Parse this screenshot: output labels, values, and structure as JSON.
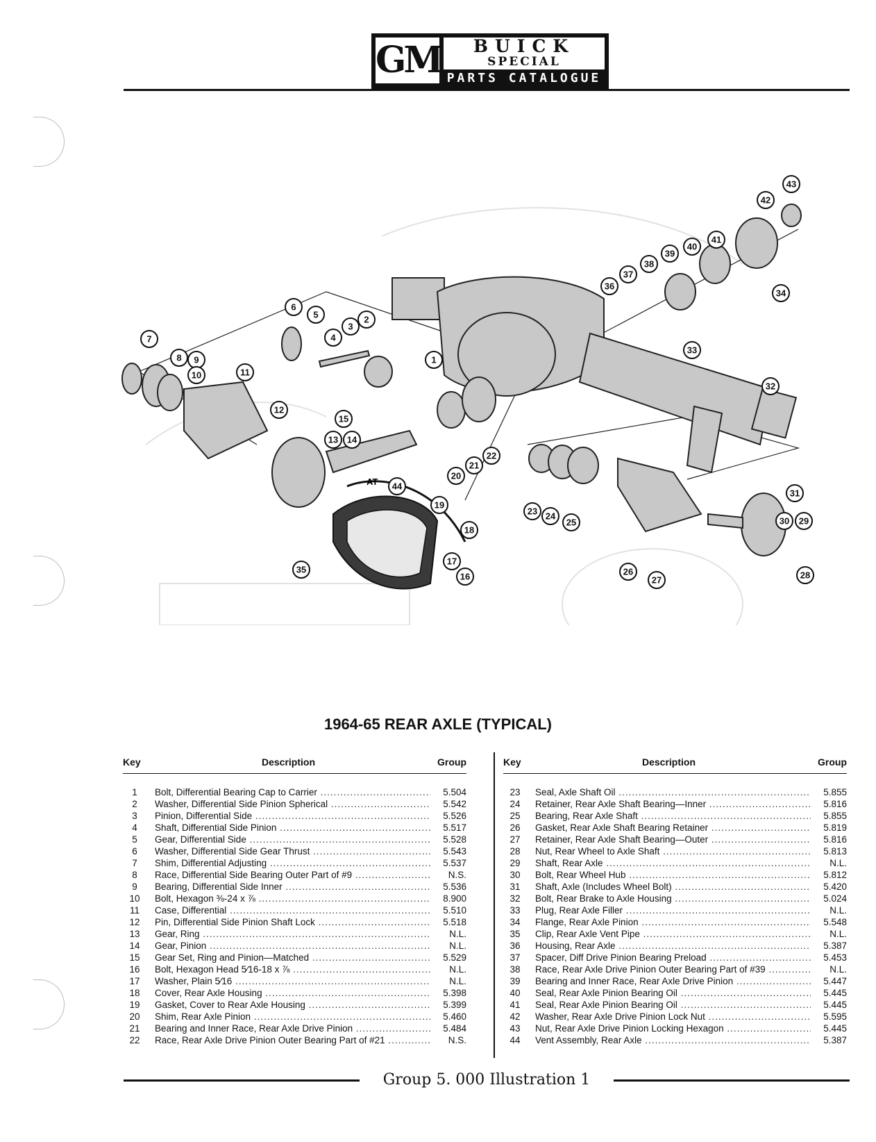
{
  "header": {
    "logo": "GM",
    "brand": "BUICK",
    "sub_brand": "SPECIAL",
    "catalog": "PARTS CATALOGUE"
  },
  "diagram": {
    "callouts": [
      "1",
      "2",
      "3",
      "4",
      "5",
      "6",
      "7",
      "8",
      "9",
      "10",
      "11",
      "12",
      "13",
      "14",
      "15",
      "16",
      "17",
      "18",
      "19",
      "20",
      "21",
      "22",
      "23",
      "24",
      "25",
      "26",
      "27",
      "28",
      "29",
      "30",
      "31",
      "32",
      "33",
      "34",
      "35",
      "36",
      "37",
      "38",
      "39",
      "40",
      "41",
      "42",
      "43",
      "44"
    ],
    "annotation": "AT"
  },
  "title": "1964-65 REAR AXLE (TYPICAL)",
  "table": {
    "columns": {
      "key": "Key",
      "description": "Description",
      "group": "Group"
    },
    "left_rows": [
      {
        "key": "1",
        "desc": "Bolt, Differential Bearing Cap to Carrier",
        "group": "5.504"
      },
      {
        "key": "2",
        "desc": "Washer, Differential Side Pinion Spherical",
        "group": "5.542"
      },
      {
        "key": "3",
        "desc": "Pinion, Differential Side",
        "group": "5.526"
      },
      {
        "key": "4",
        "desc": "Shaft, Differential Side Pinion",
        "group": "5.517"
      },
      {
        "key": "5",
        "desc": "Gear, Differential Side",
        "group": "5.528"
      },
      {
        "key": "6",
        "desc": "Washer, Differential Side Gear Thrust",
        "group": "5.543"
      },
      {
        "key": "7",
        "desc": "Shim, Differential Adjusting",
        "group": "5.537"
      },
      {
        "key": "8",
        "desc": "Race, Differential Side Bearing Outer Part of #9",
        "group": "N.S."
      },
      {
        "key": "9",
        "desc": "Bearing, Differential Side Inner",
        "group": "5.536"
      },
      {
        "key": "10",
        "desc": "Bolt, Hexagon ⅜-24 x ⅞",
        "group": "8.900"
      },
      {
        "key": "11",
        "desc": "Case, Differential",
        "group": "5.510"
      },
      {
        "key": "12",
        "desc": "Pin, Differential Side Pinion Shaft Lock",
        "group": "5.518"
      },
      {
        "key": "13",
        "desc": "Gear, Ring",
        "group": "N.L."
      },
      {
        "key": "14",
        "desc": "Gear, Pinion",
        "group": "N.L."
      },
      {
        "key": "15",
        "desc": "Gear Set, Ring and Pinion—Matched",
        "group": "5.529"
      },
      {
        "key": "16",
        "desc": "Bolt, Hexagon Head 5⁄16-18 x ⅞",
        "group": "N.L."
      },
      {
        "key": "17",
        "desc": "Washer, Plain 5⁄16",
        "group": "N.L."
      },
      {
        "key": "18",
        "desc": "Cover, Rear Axle Housing",
        "group": "5.398"
      },
      {
        "key": "19",
        "desc": "Gasket, Cover to Rear Axle Housing",
        "group": "5.399"
      },
      {
        "key": "20",
        "desc": "Shim, Rear Axle Pinion",
        "group": "5.460"
      },
      {
        "key": "21",
        "desc": "Bearing and Inner Race, Rear Axle Drive Pinion",
        "group": "5.484"
      },
      {
        "key": "22",
        "desc": "Race, Rear Axle Drive Pinion Outer Bearing Part of #21",
        "group": "N.S."
      }
    ],
    "right_rows": [
      {
        "key": "23",
        "desc": "Seal, Axle Shaft Oil",
        "group": "5.855"
      },
      {
        "key": "24",
        "desc": "Retainer, Rear Axle Shaft Bearing—Inner",
        "group": "5.816"
      },
      {
        "key": "25",
        "desc": "Bearing, Rear Axle Shaft",
        "group": "5.855"
      },
      {
        "key": "26",
        "desc": "Gasket, Rear Axle Shaft Bearing Retainer",
        "group": "5.819"
      },
      {
        "key": "27",
        "desc": "Retainer, Rear Axle Shaft Bearing—Outer",
        "group": "5.816"
      },
      {
        "key": "28",
        "desc": "Nut, Rear Wheel to Axle Shaft",
        "group": "5.813"
      },
      {
        "key": "29",
        "desc": "Shaft, Rear Axle",
        "group": "N.L."
      },
      {
        "key": "30",
        "desc": "Bolt, Rear Wheel Hub",
        "group": "5.812"
      },
      {
        "key": "31",
        "desc": "Shaft, Axle (Includes Wheel Bolt)",
        "group": "5.420"
      },
      {
        "key": "32",
        "desc": "Bolt, Rear Brake to Axle Housing",
        "group": "5.024"
      },
      {
        "key": "33",
        "desc": "Plug, Rear Axle Filler",
        "group": "N.L."
      },
      {
        "key": "34",
        "desc": "Flange, Rear Axle Pinion",
        "group": "5.548"
      },
      {
        "key": "35",
        "desc": "Clip, Rear Axle Vent Pipe",
        "group": "N.L."
      },
      {
        "key": "36",
        "desc": "Housing, Rear Axle",
        "group": "5.387"
      },
      {
        "key": "37",
        "desc": "Spacer, Diff Drive Pinion Bearing Preload",
        "group": "5.453"
      },
      {
        "key": "38",
        "desc": "Race, Rear Axle Drive Pinion Outer Bearing Part of #39",
        "group": "N.L."
      },
      {
        "key": "39",
        "desc": "Bearing and Inner Race, Rear Axle Drive Pinion",
        "group": "5.447"
      },
      {
        "key": "40",
        "desc": "Seal, Rear Axle Pinion Bearing Oil",
        "group": "5.445"
      },
      {
        "key": "41",
        "desc": "Seal, Rear Axle Pinion Bearing Oil",
        "group": "5.445"
      },
      {
        "key": "42",
        "desc": "Washer, Rear Axle Drive Pinion Lock Nut",
        "group": "5.595"
      },
      {
        "key": "43",
        "desc": "Nut, Rear Axle Drive Pinion Locking Hexagon",
        "group": "5.445"
      },
      {
        "key": "44",
        "desc": "Vent Assembly, Rear Axle",
        "group": "5.387"
      }
    ]
  },
  "footer": "Group 5. 000 Illustration 1"
}
